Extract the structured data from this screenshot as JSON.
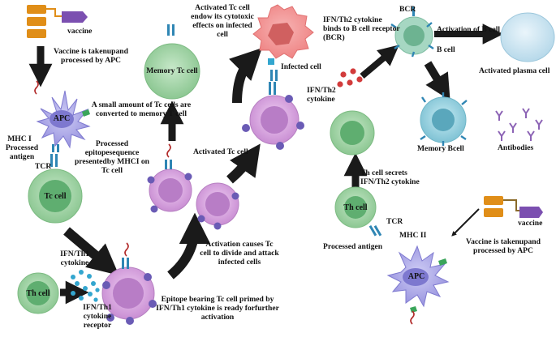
{
  "labels": {
    "vaccine_top": "vaccine",
    "vaccine_taken_top": "Vaccine is takenupand processed by APC",
    "apc_left": "APC",
    "mhc1": "MHC I",
    "processed_antigen_left": "Processed antigen",
    "small_amount": "A small amount of Tc cells are converted to memory T cell",
    "epitope_sequence": "Processed epitopesequence presentedby MHCI on Tc cell",
    "tcr_left": "TCR",
    "tc_cell": "Tc cell",
    "memory_tc": "Memory Tc cell",
    "tc_endow": "Activated Tc cell endow its cytotoxic effects on infected cell",
    "infected_cell": "Infected cell",
    "activated_tc": "Activated Tc cell",
    "activation_causes": "Activation causes Tc cell to divide and attack infected cells",
    "epitope_bearing": "Epitope bearing Tc cell primed by IFN/Th1 cytokine is ready forfurther activation",
    "ifn_th1_cytokine": "IFN/Th1 cytokine",
    "ifn_th1_receptor": "IFN/Th1 cytokine receptor",
    "th_cell_left": "Th cell",
    "ifn_th2_binds": "IFN/Th2 cytokine binds to B cell receptor (BCR)",
    "bcr": "BCR",
    "b_cell": "B cell",
    "activation_b": "Activation of B cell",
    "activated_plasma": "Activated plasma cell",
    "memory_bcell": "Memory Bcell",
    "antibodies": "Antibodies",
    "ifn_th2_cytokine": "IFN/Th2 cytokine",
    "th_secretes": "Th cell secrets IFN/Th2 cytokine",
    "th_cell_right": "Th cell",
    "tcr_right": "TCR",
    "mhc2": "MHC II",
    "processed_antigen_right": "Processed antigen",
    "vaccine_right": "vaccine",
    "vaccine_taken_right": "Vaccine is takenupand processed by APC",
    "apc_right": "APC"
  },
  "colors": {
    "arrow": "#1a1a1a",
    "apc": "#a9a6e6",
    "t_cell": "#a3d4a8",
    "t_cell_nucleus": "#5fae70",
    "tc_activated": "#d9a6e0",
    "b_cell": "#a6d7c2",
    "memory_b": "#9fd3e0",
    "plasma": "#cfe6f2",
    "infected": "#f28b8b",
    "vaccine_orange": "#e08e18",
    "vaccine_purple": "#7b4fb0",
    "receptor_blue": "#2f86b4",
    "cytokine_red": "#d23b3b",
    "cytokine_blue": "#33a6cf"
  }
}
